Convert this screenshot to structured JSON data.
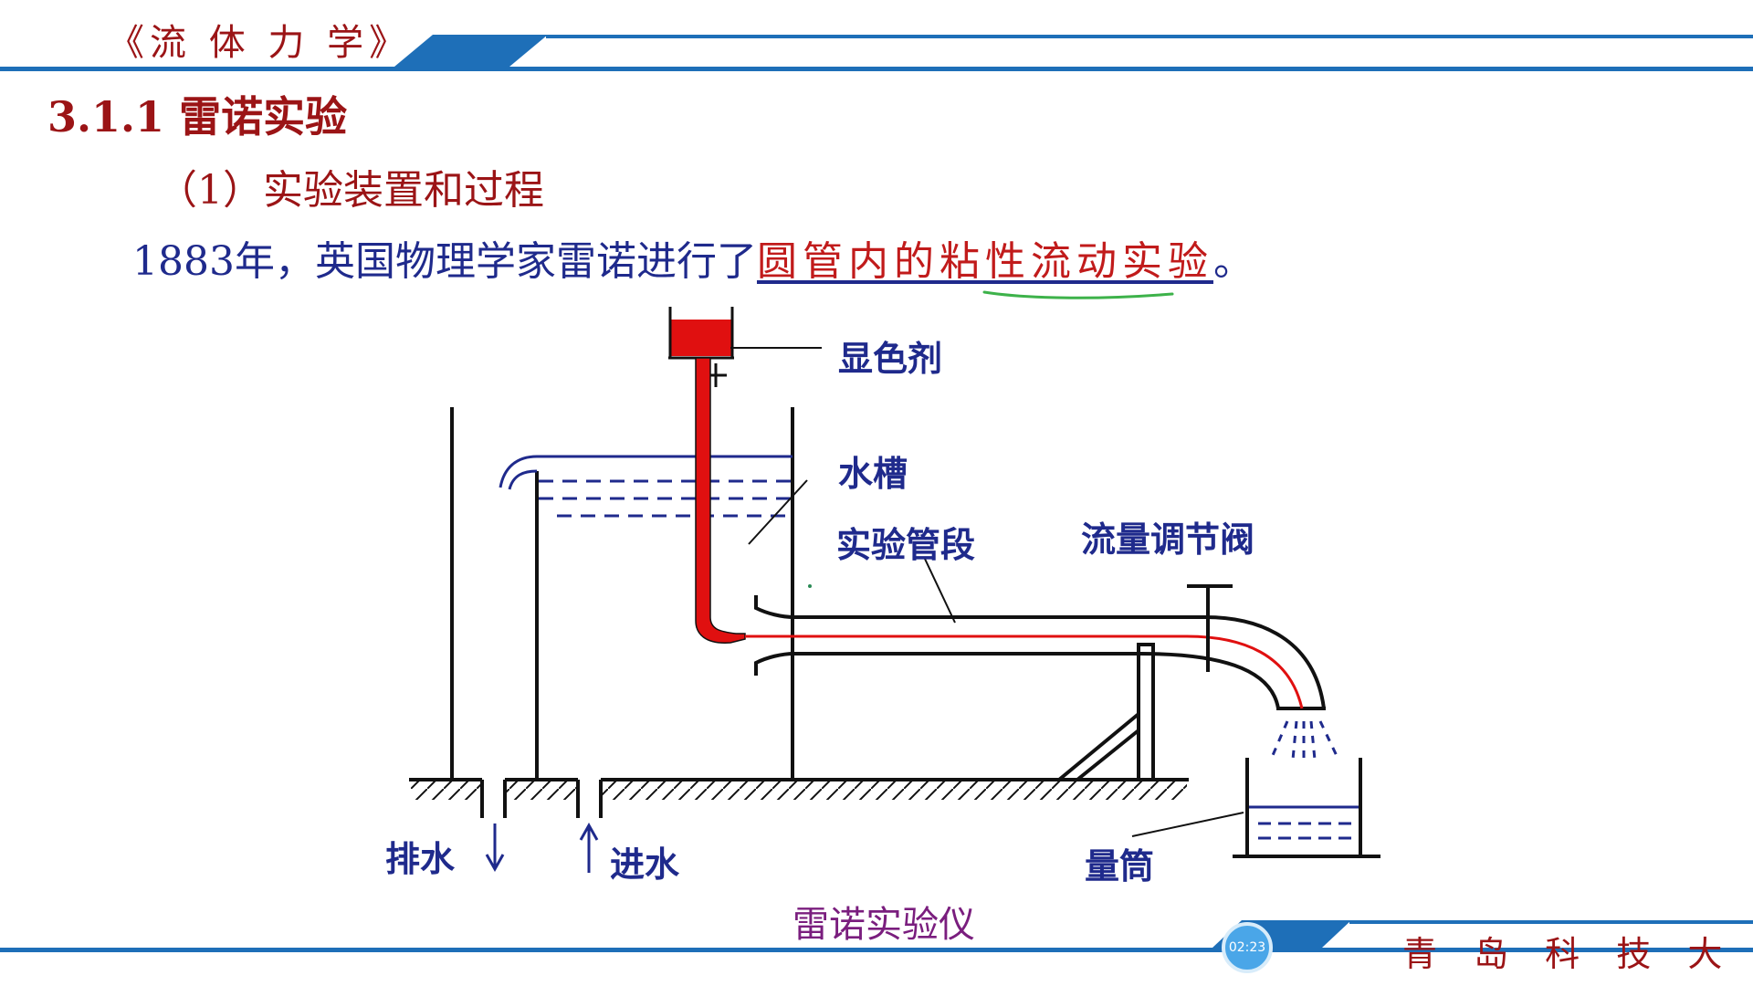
{
  "header": {
    "course_title": "《流 体 力 学》"
  },
  "content": {
    "section_title": "3.1.1 雷诺实验",
    "subsection_title": "（1）实验装置和过程",
    "intro_prefix": "1883年，英国物理学家雷诺进行了",
    "intro_highlight": "圆管内的粘性流动实验",
    "intro_suffix": "。"
  },
  "diagram": {
    "labels": {
      "dye": "显色剂",
      "tank": "水槽",
      "test_section": "实验管段",
      "flow_valve": "流量调节阀",
      "drain": "排水",
      "inlet": "进水",
      "cylinder": "量筒"
    },
    "caption": "雷诺实验仪"
  },
  "footer": {
    "university": "青 岛 科 技 大 学",
    "timer": "02:23"
  },
  "colors": {
    "title_red": "#9b1416",
    "text_blue": "#1f2a8c",
    "dye_red": "#e01010",
    "caption_purple": "#7a1e7e",
    "band_blue": "#1e6fb8"
  }
}
